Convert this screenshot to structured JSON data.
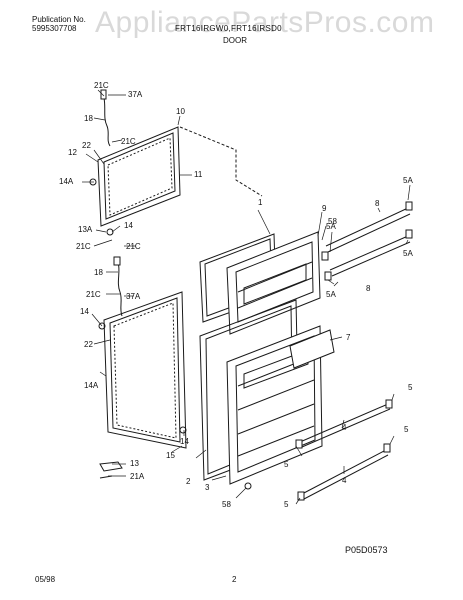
{
  "header": {
    "publication_label": "Publication No.",
    "publication_number": "5995307708",
    "model_line": "FRT16IRGW0,FRT16IRSD0",
    "section_title": "DOOR",
    "watermark": "AppliancePartsPros.com"
  },
  "callouts": {
    "c21C_a": "21C",
    "c37A_a": "37A",
    "c18_a": "18",
    "c10": "10",
    "c21C_b": "21C",
    "c12": "12",
    "c22_a": "22",
    "c14A_a": "14A",
    "c11": "11",
    "c13A": "13A",
    "c14_a": "14",
    "c21C_c": "21C",
    "c21C_d": "21C",
    "c18_b": "18",
    "c21C_e": "21C",
    "c37A_b": "37A",
    "c14_b": "14",
    "c22_b": "22",
    "c14A_b": "14A",
    "c14_c": "14",
    "c15": "15",
    "c13": "13",
    "c21A": "21A",
    "c1": "1",
    "c9": "9",
    "c58_a": "58",
    "c5A_a": "5A",
    "c8_a": "8",
    "c5A_b": "5A",
    "c5A_c": "5A",
    "c5A_d": "5A",
    "c8_b": "8",
    "c7": "7",
    "c2": "2",
    "c3": "3",
    "c58_b": "58",
    "c5_a": "5",
    "c4_a": "4",
    "c5_b": "5",
    "c5_c": "5",
    "c4_b": "4",
    "c5_d": "5"
  },
  "footer": {
    "diagram_code": "P05D0573",
    "date": "05/98",
    "page": "2"
  }
}
